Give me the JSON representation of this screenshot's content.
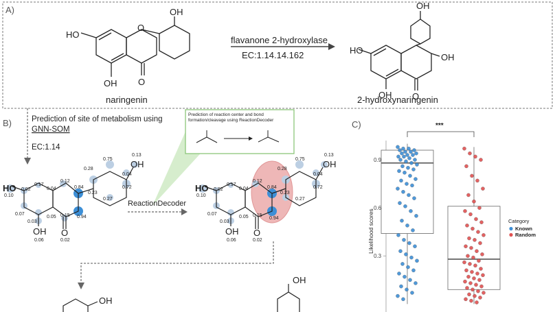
{
  "panelA": {
    "label": "A)",
    "substrate_name": "naringenin",
    "product_name": "2-hydroxynaringenin",
    "enzyme_name": "flavanone 2-hydroxylase",
    "ec_number": "EC:1.14.14.162",
    "atoms": {
      "ho": "HO",
      "oh": "OH",
      "o": "O"
    }
  },
  "panelB": {
    "label": "B)",
    "gnn_text_line1": "Prediction of site of metabolism using",
    "gnn_text_line2": "GNN-SOM",
    "ec_short": "EC:1.14",
    "rd_box_line1": "Prediction of reaction center and bond",
    "rd_box_line2": "formation/cleavage using ReactionDecoder",
    "rd_label": "ReactionDecoder",
    "scores": {
      "s013": "0.13",
      "s075": "0.75",
      "s028": "0.28",
      "s004a": "0.04",
      "s072": "0.72",
      "s012": "0.12",
      "s084": "0.84",
      "s017": "0.17",
      "s004b": "0.04",
      "s002a": "0.02",
      "s023": "0.23",
      "s027": "0.27",
      "s010": "0.10",
      "s007": "0.07",
      "s005": "0.05",
      "s015": "0.15",
      "s094": "0.94",
      "s003": "0.03",
      "s006": "0.06",
      "s002b": "0.02"
    }
  },
  "panelC": {
    "label": "C)",
    "significance": "***",
    "legend_title": "Category",
    "chart_data": {
      "type": "box",
      "ylabel": "Likelihood scores",
      "yticks": [
        0.3,
        0.6,
        0.9
      ],
      "ylim": [
        0.0,
        1.0
      ],
      "series": [
        {
          "name": "Known",
          "color": "#3d8fd6",
          "box": {
            "q1": 0.44,
            "median": 0.88,
            "q3": 0.96,
            "whisker_low": 0.0,
            "whisker_high": 1.0
          },
          "points": [
            0.98,
            0.97,
            0.97,
            0.96,
            0.96,
            0.95,
            0.95,
            0.94,
            0.94,
            0.93,
            0.93,
            0.92,
            0.92,
            0.91,
            0.9,
            0.9,
            0.89,
            0.88,
            0.87,
            0.86,
            0.85,
            0.84,
            0.83,
            0.82,
            0.8,
            0.78,
            0.77,
            0.75,
            0.74,
            0.72,
            0.7,
            0.68,
            0.66,
            0.63,
            0.61,
            0.58,
            0.55,
            0.52,
            0.49,
            0.46,
            0.43,
            0.4,
            0.38,
            0.36,
            0.33,
            0.31,
            0.29,
            0.27,
            0.25,
            0.23,
            0.21,
            0.19,
            0.17,
            0.15,
            0.13,
            0.11,
            0.09,
            0.07,
            0.05,
            0.03
          ]
        },
        {
          "name": "Random",
          "color": "#e05252",
          "box": {
            "q1": 0.09,
            "median": 0.28,
            "q3": 0.61,
            "whisker_low": 0.0,
            "whisker_high": 0.98
          },
          "points": [
            0.97,
            0.94,
            0.92,
            0.9,
            0.86,
            0.8,
            0.77,
            0.72,
            0.68,
            0.64,
            0.6,
            0.58,
            0.56,
            0.53,
            0.51,
            0.49,
            0.47,
            0.45,
            0.43,
            0.41,
            0.4,
            0.38,
            0.36,
            0.35,
            0.33,
            0.31,
            0.3,
            0.29,
            0.27,
            0.26,
            0.25,
            0.24,
            0.22,
            0.21,
            0.2,
            0.19,
            0.18,
            0.17,
            0.16,
            0.15,
            0.14,
            0.13,
            0.12,
            0.11,
            0.1,
            0.09,
            0.08,
            0.07,
            0.06,
            0.05,
            0.04,
            0.03,
            0.02,
            0.01
          ]
        }
      ]
    }
  }
}
